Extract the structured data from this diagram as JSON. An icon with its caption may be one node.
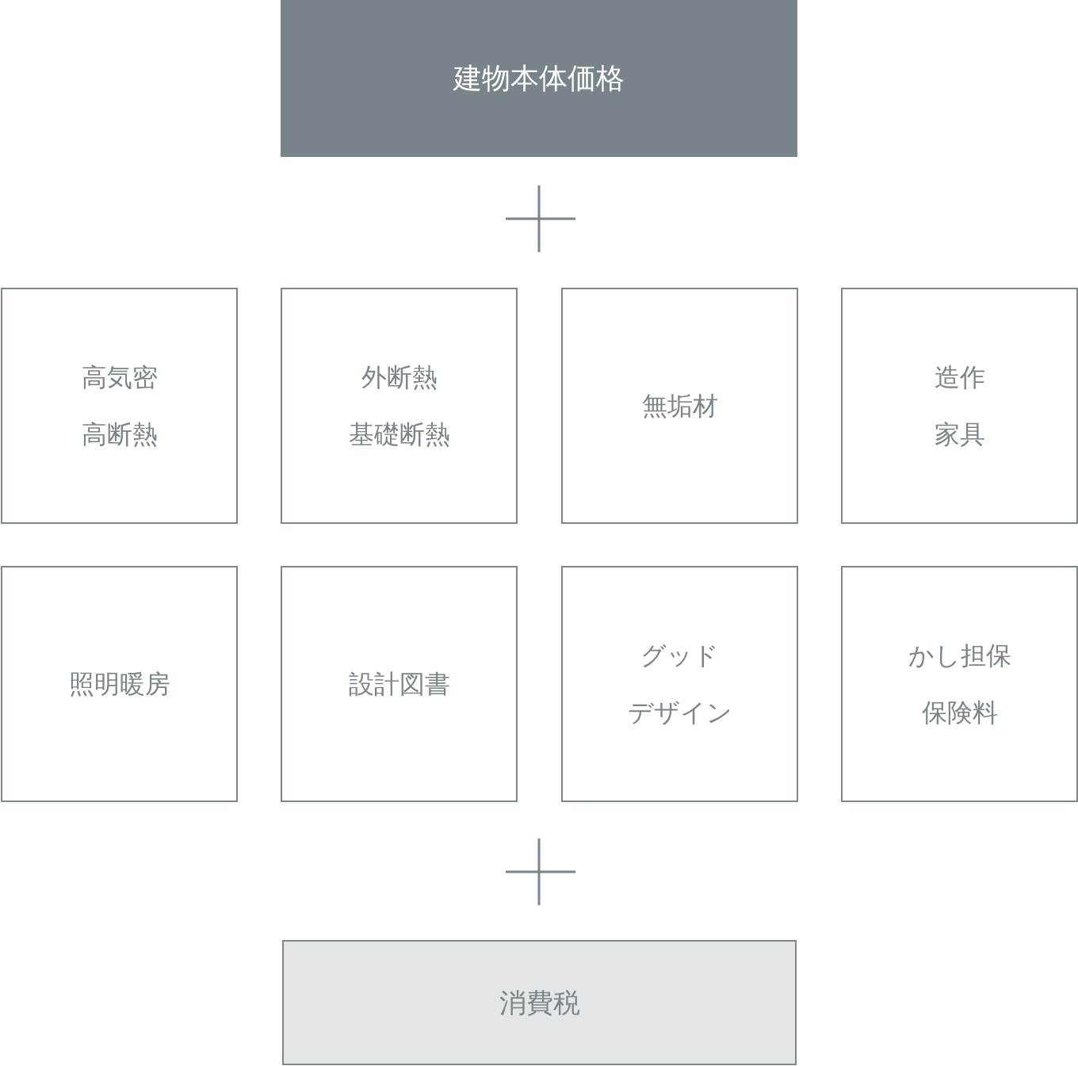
{
  "diagram": {
    "nodes": [
      {
        "text": [
          "建物本体価格"
        ]
      },
      {
        "text": [
          "高気密",
          "高断熱"
        ]
      },
      {
        "text": [
          "外断熱",
          "基礎断熱"
        ]
      },
      {
        "text": [
          "無垢材"
        ]
      },
      {
        "text": [
          "造作",
          "家具"
        ]
      },
      {
        "text": [
          "照明暖房"
        ]
      },
      {
        "text": [
          "設計図書"
        ]
      },
      {
        "text": [
          "グッド",
          "デザイン"
        ]
      },
      {
        "text": [
          "かし担保",
          "保険料"
        ]
      },
      {
        "text": [
          "消費税"
        ]
      }
    ]
  }
}
